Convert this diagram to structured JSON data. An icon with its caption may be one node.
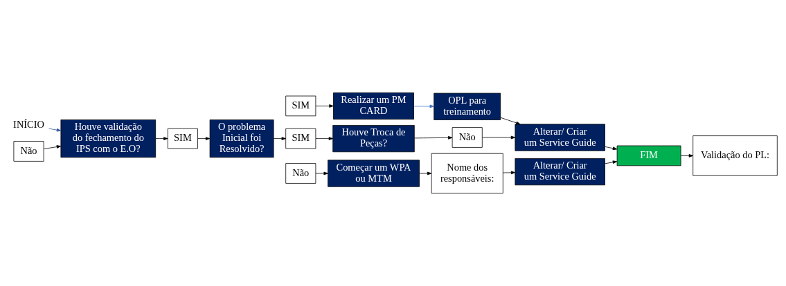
{
  "diagram": {
    "nodes": [
      {
        "text": [
          "INÍCIO"
        ]
      },
      {
        "text": [
          "Houve validação do fechamento do IPS com o E.O?"
        ]
      },
      {
        "text": [
          "SIM"
        ]
      },
      {
        "text": [
          "Não"
        ]
      },
      {
        "text": [
          "O problema Inicial foi Resolvido?"
        ]
      },
      {
        "text": [
          "SIM"
        ]
      },
      {
        "text": [
          "Não"
        ]
      },
      {
        "text": [
          "Houve Troca de Peças?"
        ]
      },
      {
        "text": [
          "Não"
        ]
      },
      {
        "text": [
          "SIM"
        ]
      },
      {
        "text": [
          "Começar um WPA ou MTM"
        ]
      },
      {
        "text": [
          "Realizar um PM CARD"
        ]
      },
      {
        "text": [
          "OPL para treinamento"
        ]
      },
      {
        "text": [
          "Nome dos responsáveis:"
        ]
      },
      {
        "text": [
          "Alterar/ Criar um Service Guide"
        ]
      },
      {
        "text": [
          "FIM"
        ]
      },
      {
        "text": [
          "Alterar/ Criar um Service Guide"
        ]
      },
      {
        "text": [
          "Validação do PL:"
        ]
      }
    ],
    "edges": [
      {
        "from": 0,
        "to": 1,
        "arrow": "to",
        "color": "#2f5597"
      },
      {
        "from": 1,
        "to": 2,
        "arrow": "to"
      },
      {
        "from": 3,
        "to": 1,
        "arrow": "to"
      },
      {
        "from": 2,
        "to": 4,
        "arrow": "to"
      },
      {
        "from": 4,
        "to": 5,
        "arrow": "to"
      },
      {
        "from": 6,
        "to": 10,
        "arrow": "to"
      },
      {
        "from": 5,
        "to": 7,
        "arrow": "to"
      },
      {
        "from": 7,
        "to": 8,
        "arrow": "to"
      },
      {
        "from": 9,
        "to": 11,
        "arrow": "to"
      },
      {
        "from": 11,
        "to": 12,
        "arrow": "to",
        "color": "#4472c4"
      },
      {
        "from": 10,
        "to": 13,
        "arrow": "to"
      },
      {
        "from": 13,
        "to": 14,
        "arrow": "to"
      },
      {
        "from": 14,
        "to": 15,
        "arrow": "to"
      },
      {
        "from": 16,
        "to": 15,
        "arrow": "to"
      },
      {
        "from": 15,
        "to": 17,
        "arrow": "to"
      },
      {
        "from": 12,
        "to": 16,
        "arrow": "to"
      },
      {
        "from": 8,
        "to": 16,
        "arrow": "to"
      }
    ]
  }
}
